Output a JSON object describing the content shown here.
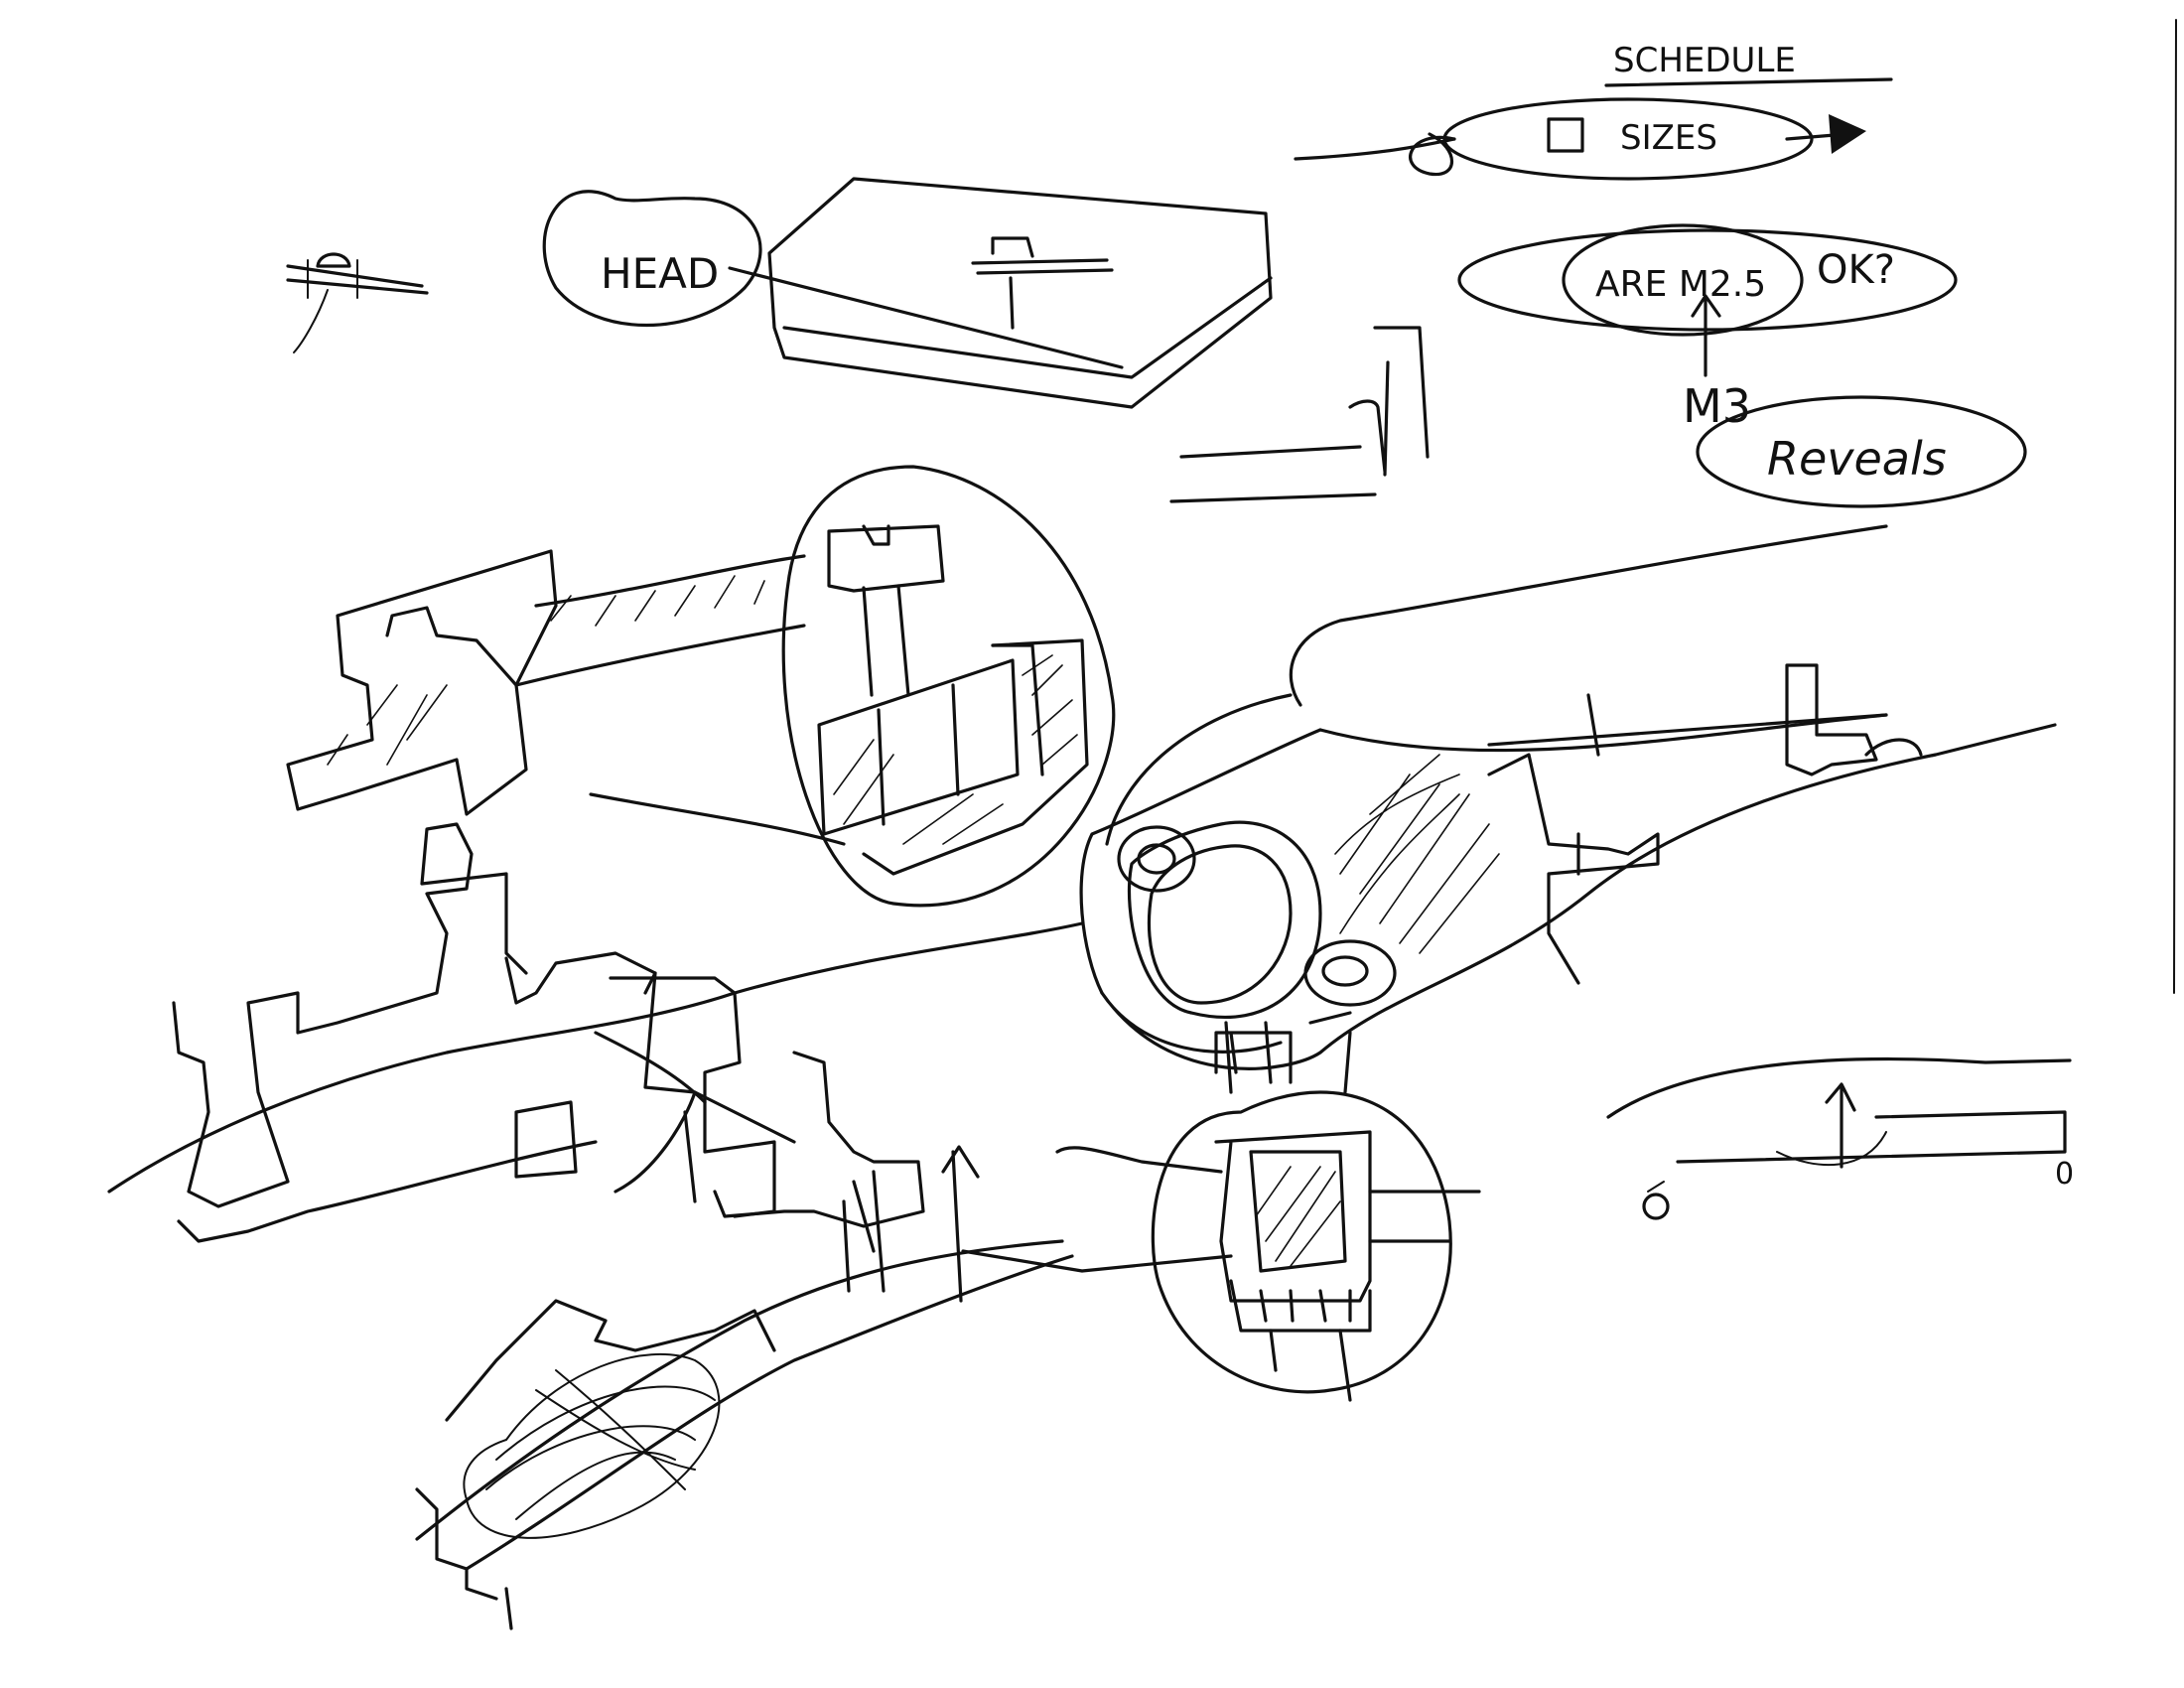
{
  "sheet": {
    "ink_color": "#111111",
    "paper_color": "#ffffff"
  },
  "annotations": {
    "schedule": "SCHEDULE",
    "sizes": "SIZES",
    "head": "HEAD",
    "are_m25": "ARE M2.5",
    "ok": "OK?",
    "m3": "M3",
    "reveals": "Reveals",
    "zero": "0"
  },
  "icons": {
    "section_mark": "section-cut-icon",
    "north_arrow": "north-arrow-icon",
    "scale_origin": "scale-origin-icon"
  }
}
